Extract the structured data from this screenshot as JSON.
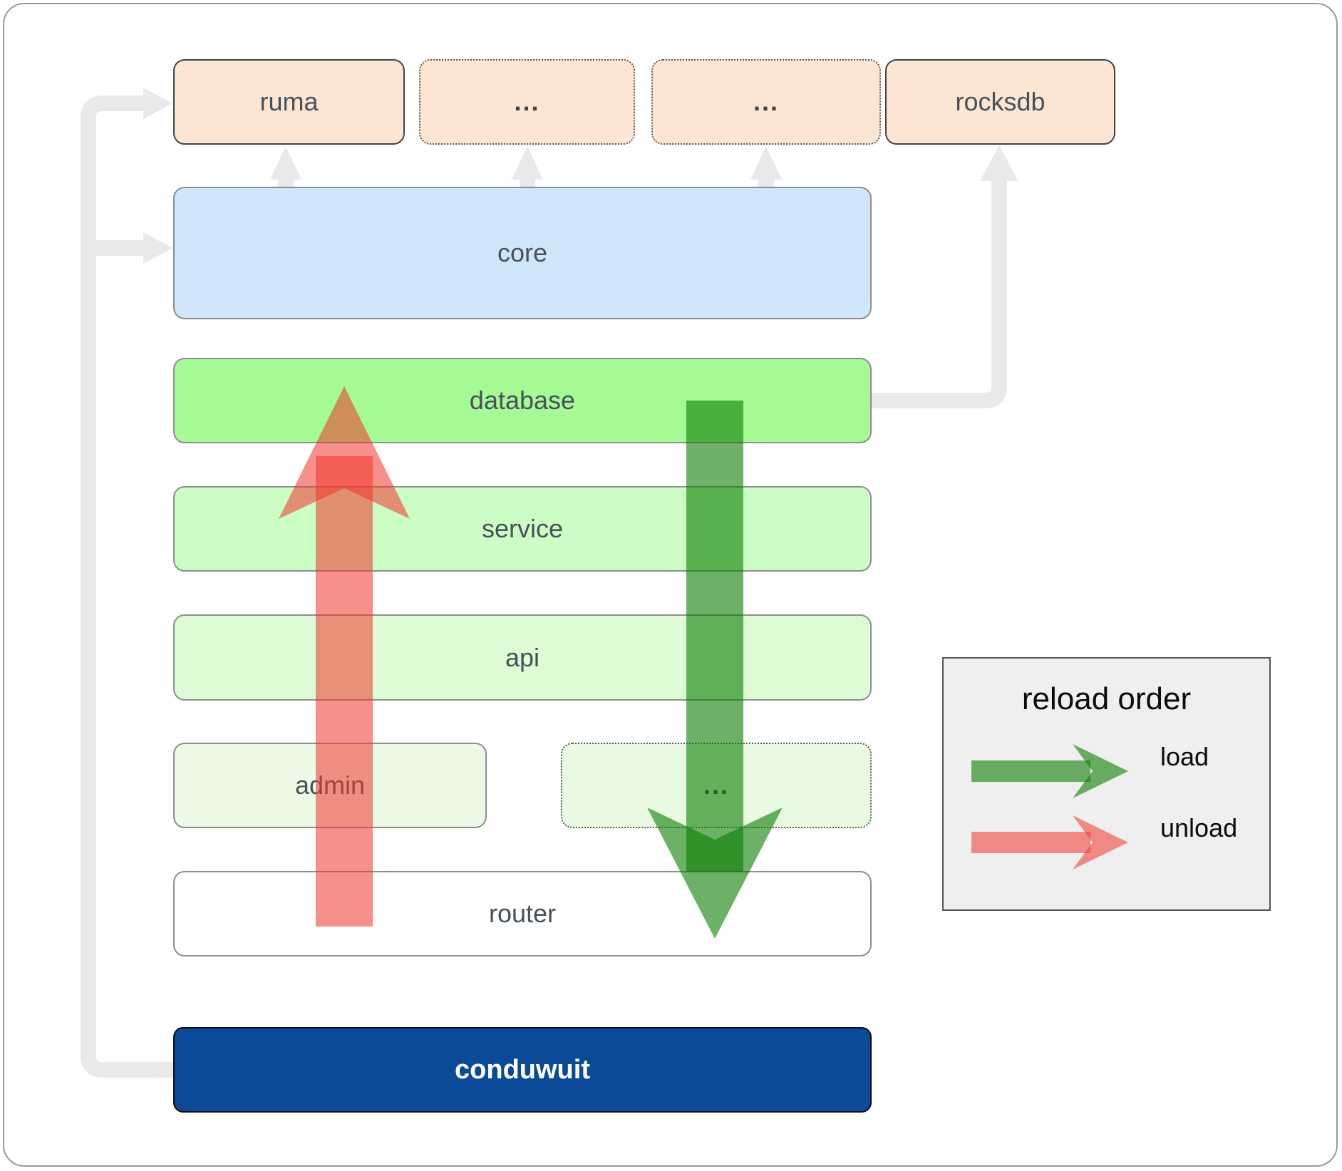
{
  "boxes": {
    "ruma": "ruma",
    "dots1": "...",
    "dots2": "...",
    "rocksdb": "rocksdb",
    "core": "core",
    "database": "database",
    "service": "service",
    "api": "api",
    "admin": "admin",
    "admin_dots": "...",
    "router": "router",
    "conduwuit": "conduwuit"
  },
  "legend": {
    "title": "reload order",
    "load_label": "load",
    "unload_label": "unload"
  },
  "colors": {
    "container_border": "#9a9a9a",
    "peach": "#fce5d2",
    "peach_border": "#3f4547",
    "dotted_border": "#5a5a5a",
    "gray_border": "#8a9090",
    "core_blue": "#cfe6fb",
    "database_green": "#a5fa96",
    "service_green": "#ccfdc4",
    "api_green": "#ddfcd5",
    "admin_green": "#edfae6",
    "admin_dots_green": "#e9fae2",
    "router_white": "#ffffff",
    "conduwuit_blue": "#0b4a97",
    "conduwuit_border": "#0c0c0c",
    "conduwuit_text": "#ffffff",
    "label_text": "#47525a",
    "dots_text": "#3f4547",
    "connector": "#e9e9e9",
    "load_arrow": "#0c7d02",
    "unload_arrow": "#f1352b",
    "legend_bg": "#efefef",
    "legend_border": "#555555",
    "legend_text": "#0b0b0b"
  }
}
